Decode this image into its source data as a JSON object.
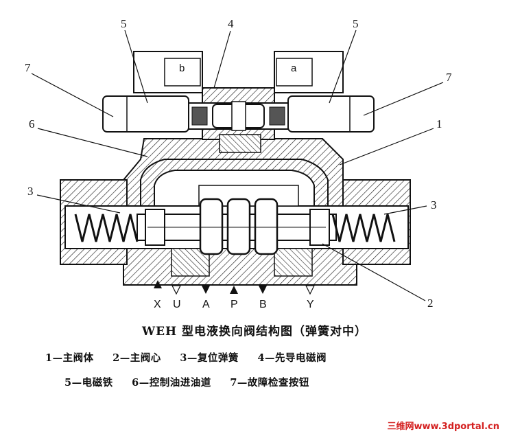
{
  "diagram": {
    "callouts": {
      "left_coil": "5",
      "pilot_valve": "4",
      "right_coil": "5",
      "left_button": "7",
      "right_button": "7",
      "control_oil_passage": "6",
      "main_body": "1",
      "left_spring": "3",
      "right_spring": "3",
      "main_spool": "2"
    },
    "solenoid_labels": {
      "left": "b",
      "right": "a"
    },
    "ports": [
      "X",
      "U",
      "A",
      "P",
      "B",
      "Y"
    ]
  },
  "caption": "WEH 型电液换向阀结构图（弹簧对中）",
  "legend": {
    "row1": [
      "1—主阀体",
      "2—主阀心",
      "3—复位弹簧",
      "4—先导电磁阀"
    ],
    "row2": [
      "5—电磁铁",
      "6—控制油进油道",
      "7—故障检查按钮"
    ]
  },
  "watermark": "三维网www.3dportal.cn"
}
